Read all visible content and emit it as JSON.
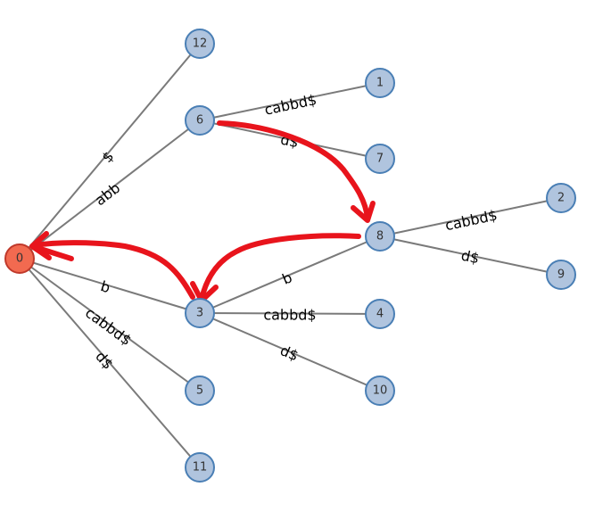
{
  "nodes": [
    {
      "id": "0",
      "label": "0",
      "root": true
    },
    {
      "id": "12",
      "label": "12"
    },
    {
      "id": "6",
      "label": "6"
    },
    {
      "id": "1",
      "label": "1"
    },
    {
      "id": "7",
      "label": "7"
    },
    {
      "id": "8",
      "label": "8"
    },
    {
      "id": "2",
      "label": "2"
    },
    {
      "id": "9",
      "label": "9"
    },
    {
      "id": "3",
      "label": "3"
    },
    {
      "id": "4",
      "label": "4"
    },
    {
      "id": "10",
      "label": "10"
    },
    {
      "id": "5",
      "label": "5"
    },
    {
      "id": "11",
      "label": "11"
    }
  ],
  "edges": [
    {
      "from": "0",
      "to": "12",
      "label": "$"
    },
    {
      "from": "0",
      "to": "6",
      "label": "abb"
    },
    {
      "from": "6",
      "to": "1",
      "label": "cabbd$"
    },
    {
      "from": "6",
      "to": "7",
      "label": "d$"
    },
    {
      "from": "0",
      "to": "3",
      "label": "b"
    },
    {
      "from": "3",
      "to": "8",
      "label": "b"
    },
    {
      "from": "8",
      "to": "2",
      "label": "cabbd$"
    },
    {
      "from": "8",
      "to": "9",
      "label": "d$"
    },
    {
      "from": "3",
      "to": "4",
      "label": "cabbd$"
    },
    {
      "from": "3",
      "to": "10",
      "label": "d$"
    },
    {
      "from": "0",
      "to": "5",
      "label": "cabbd$"
    },
    {
      "from": "0",
      "to": "11",
      "label": "d$"
    }
  ],
  "annotations": [
    {
      "from": "6",
      "to": "8",
      "color": "#e8141c"
    },
    {
      "from": "8",
      "to": "3",
      "color": "#e8141c"
    },
    {
      "from": "3",
      "to": "0",
      "color": "#e8141c"
    }
  ]
}
